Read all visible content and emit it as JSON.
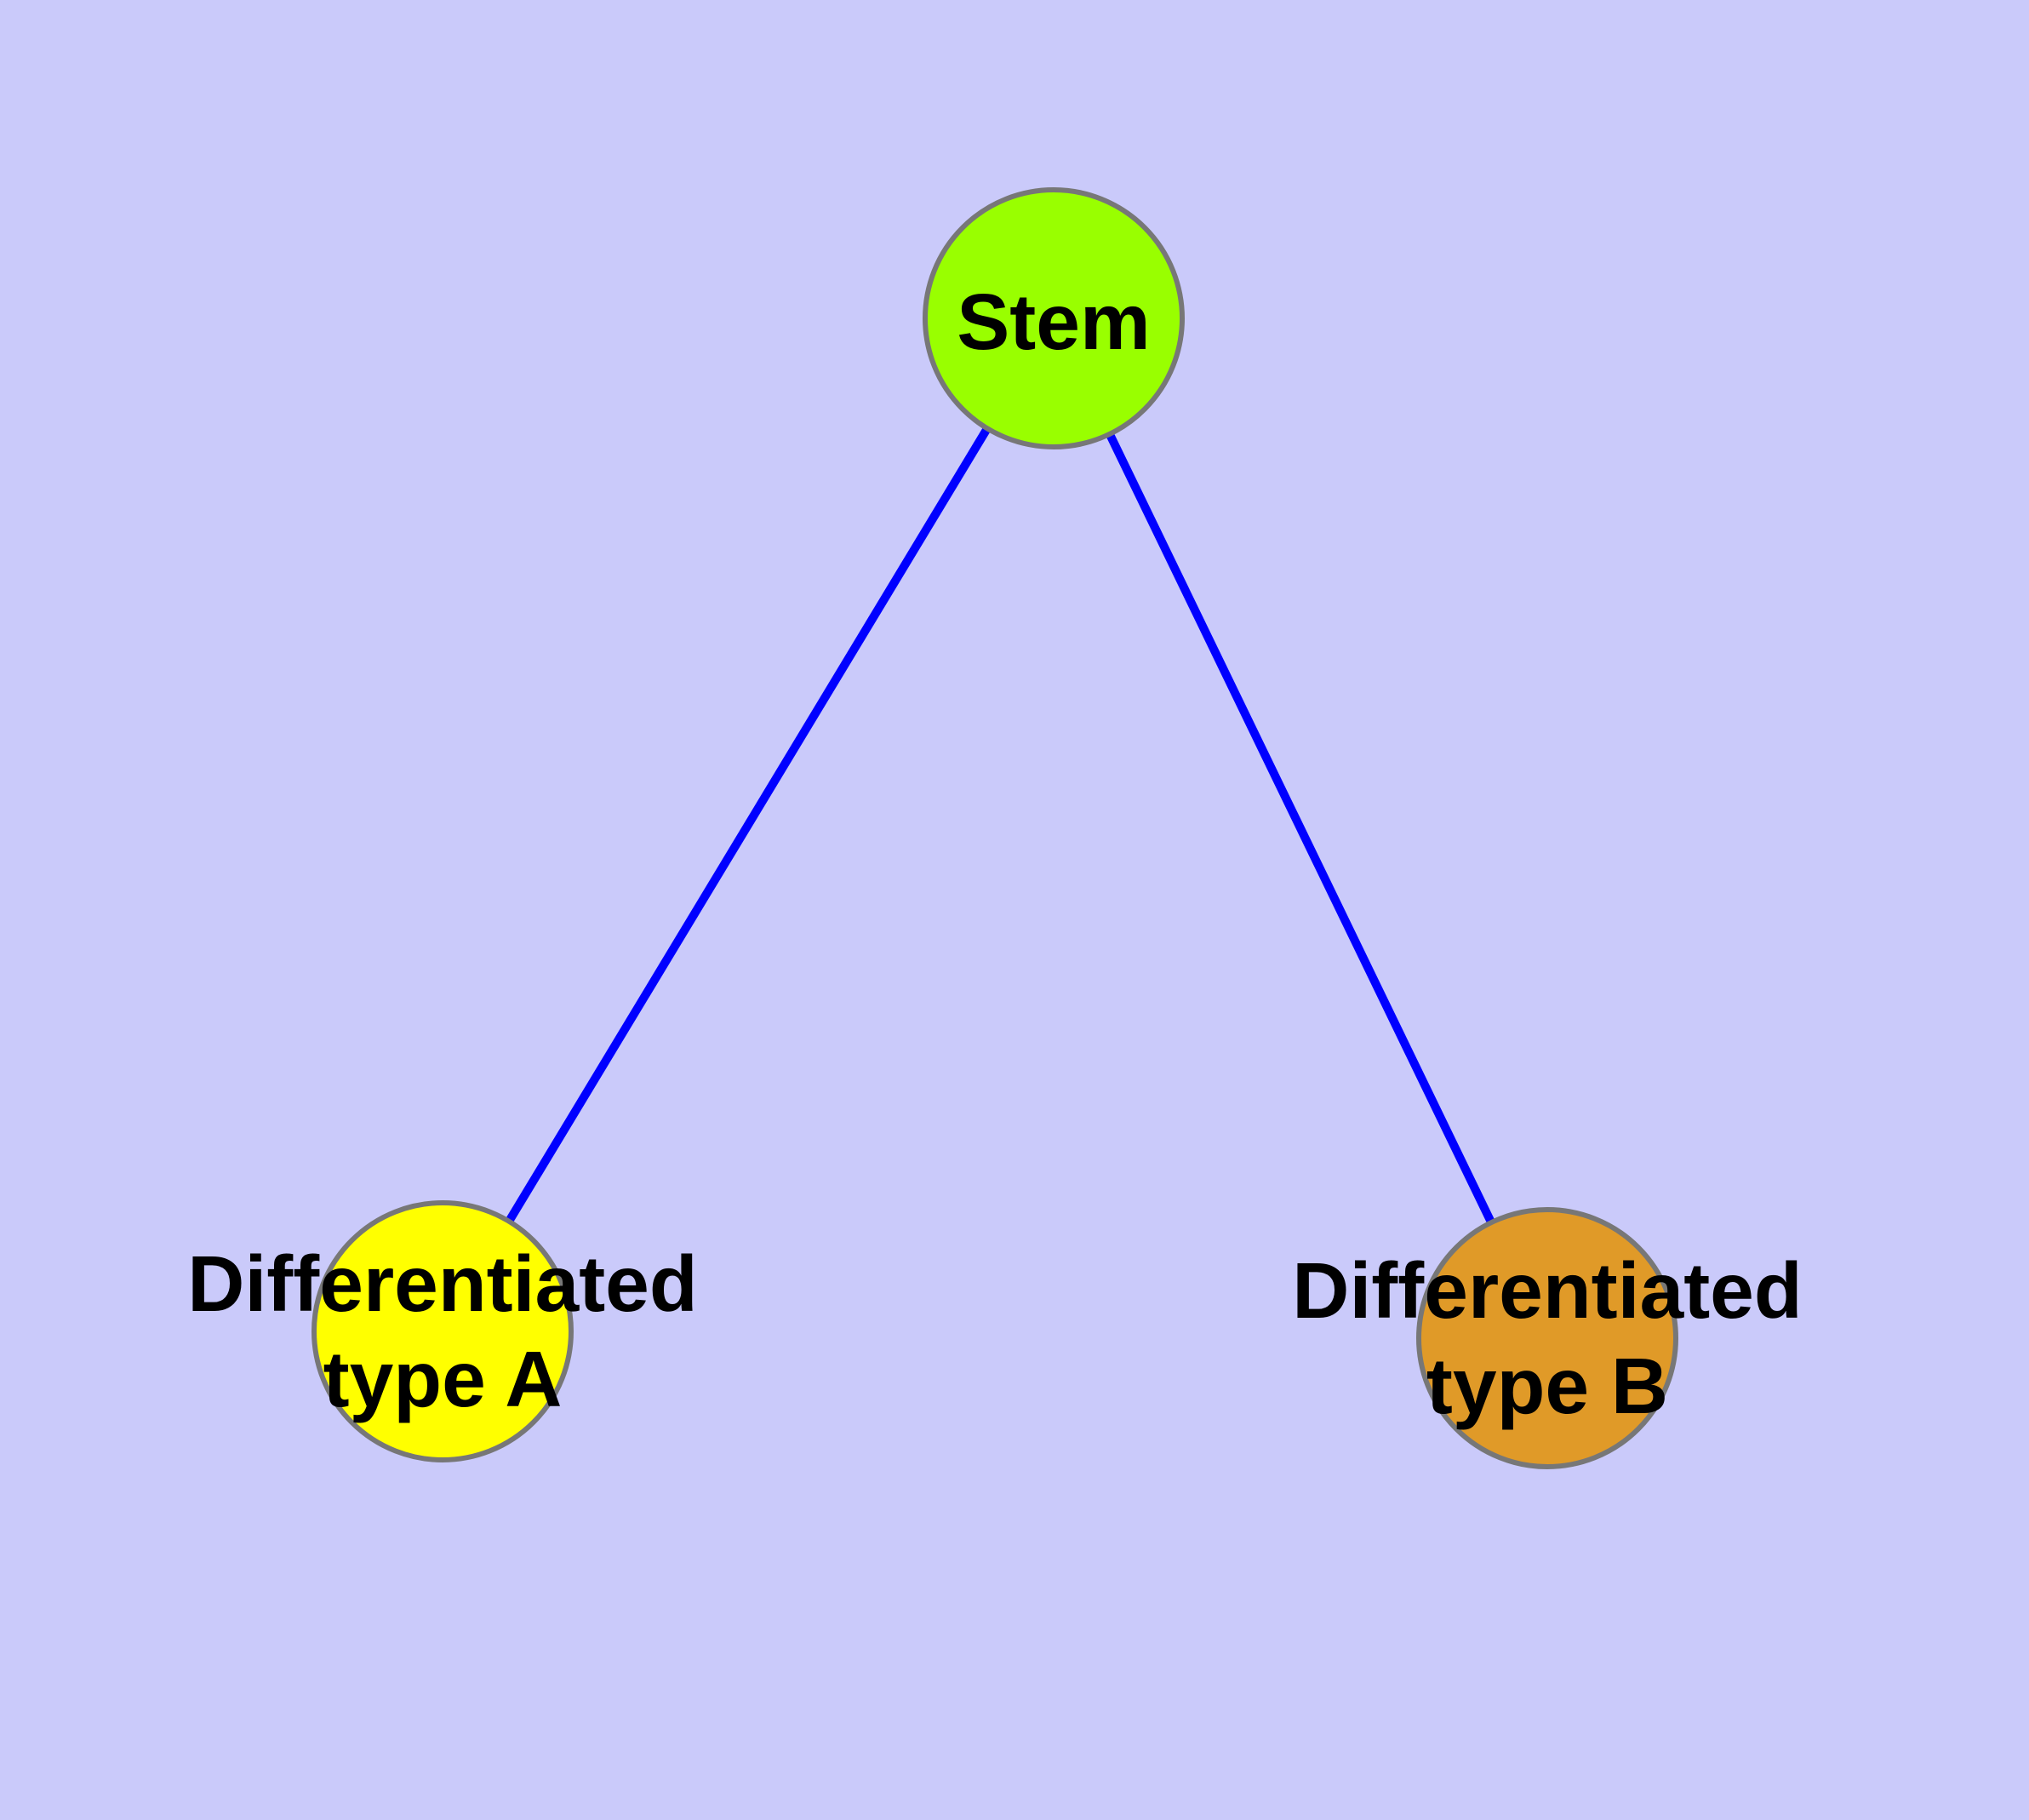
{
  "diagram": {
    "background": "#CACAFA",
    "edge_color": "#0000FF",
    "node_border_color": "#777777",
    "label_color": "#000000",
    "nodes": [
      {
        "id": "stem",
        "label": "Stem",
        "label_lines": [
          "Stem"
        ],
        "color": "#99FF00"
      },
      {
        "id": "differentiated-type-a",
        "label": "Differentiated type A",
        "label_lines": [
          "Differentiated",
          "type A"
        ],
        "color": "#FFFF00"
      },
      {
        "id": "differentiated-type-b",
        "label": "Differentiated type B",
        "label_lines": [
          "Differentiated",
          "type B"
        ],
        "color": "#E09A28"
      }
    ],
    "edges": [
      {
        "from": "Stem",
        "to": "Differentiated type A"
      },
      {
        "from": "Stem",
        "to": "Differentiated type B"
      }
    ]
  }
}
